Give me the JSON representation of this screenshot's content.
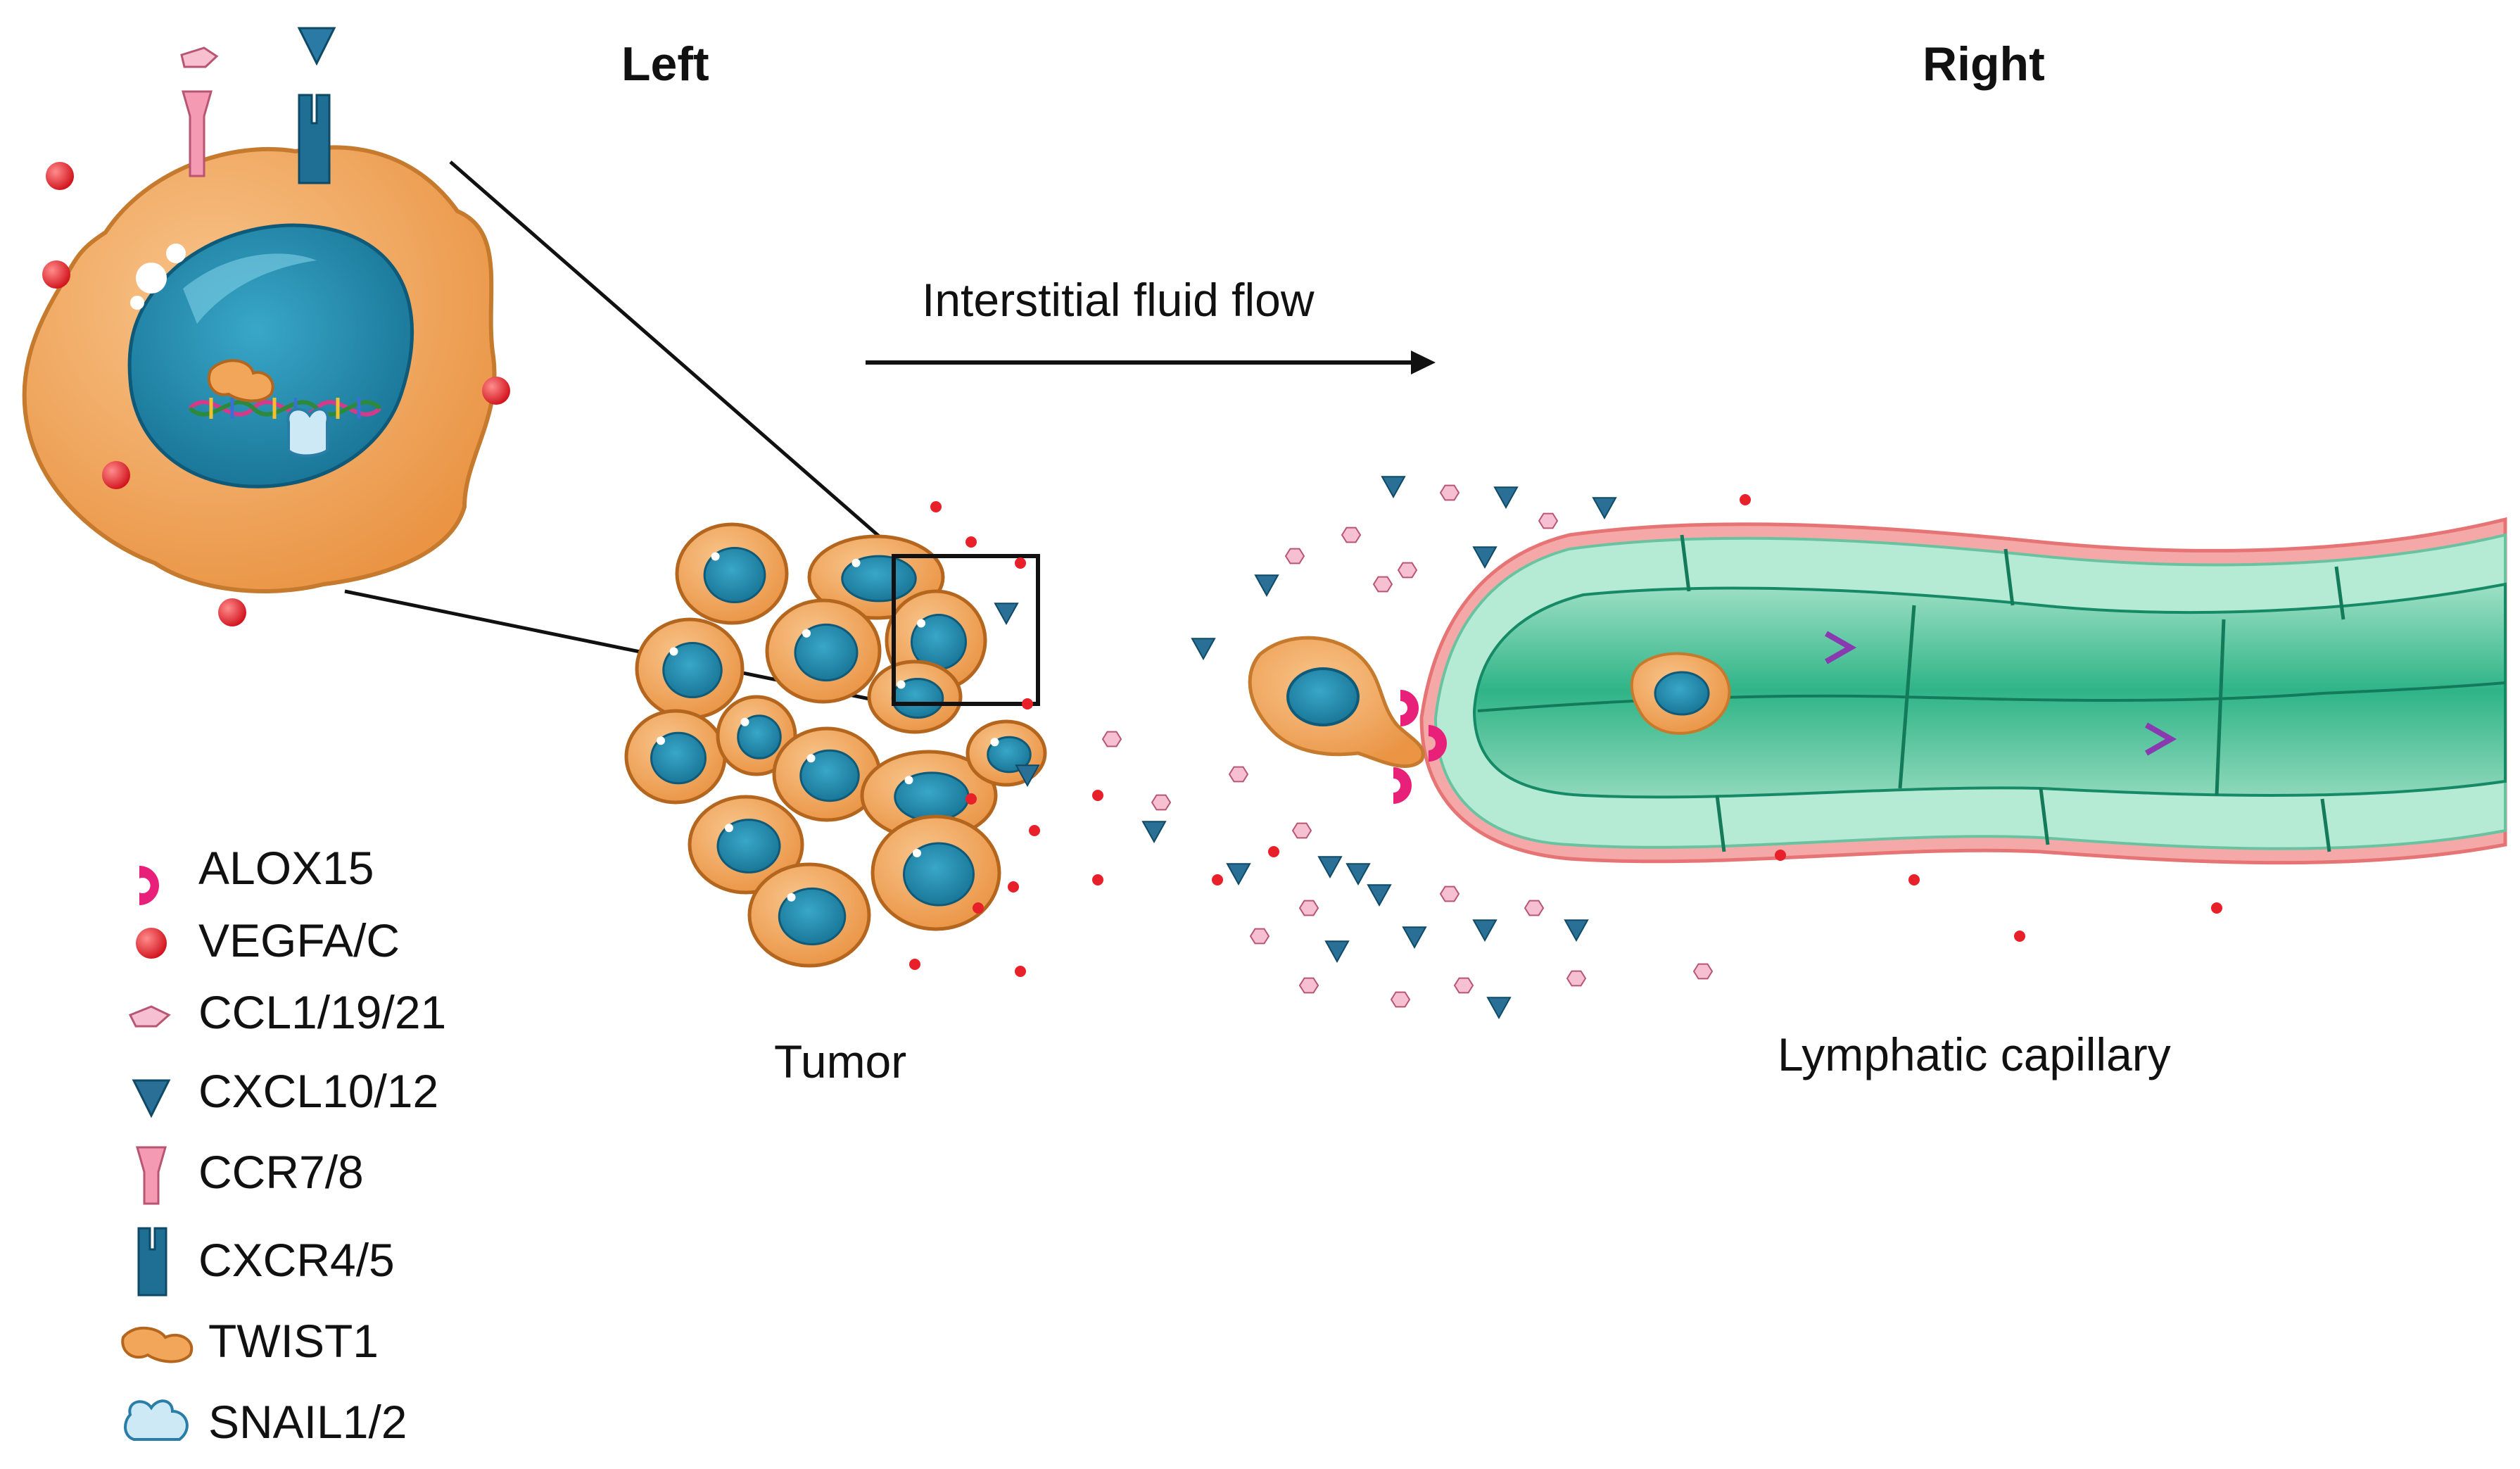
{
  "headings": {
    "left": "Left",
    "right": "Right"
  },
  "flow_label": "Interstitial fluid flow",
  "tumor_label": "Tumor",
  "capillary_label": "Lymphatic capillary",
  "legend": [
    {
      "icon": "alox15-icon",
      "label": "ALOX15"
    },
    {
      "icon": "vegfa-c-icon",
      "label": "VEGFA/C"
    },
    {
      "icon": "ccl-chemokine-icon",
      "label": "CCL1/19/21"
    },
    {
      "icon": "cxcl-chemokine-icon",
      "label": "CXCL10/12"
    },
    {
      "icon": "ccr-receptor-icon",
      "label": "CCR7/8"
    },
    {
      "icon": "cxcr-receptor-icon",
      "label": "CXCR4/5"
    },
    {
      "icon": "twist1-icon",
      "label": "TWIST1"
    },
    {
      "icon": "snail-icon",
      "label": "SNAIL1/2"
    }
  ],
  "colors": {
    "cell": "#f2a65a",
    "cell_edge": "#d98a3a",
    "nucleus": "#2a8fb0",
    "vegf": "#e8202a",
    "ccl": "#f2a7bf",
    "ccr": "#f08aa8",
    "cxcl": "#2a6f95",
    "cxcr": "#1f6f95",
    "alox15": "#e8207a",
    "vessel": "#5cc7a0",
    "vessel_dark": "#1aa37a",
    "vessel_rim": "#f08a8a"
  }
}
